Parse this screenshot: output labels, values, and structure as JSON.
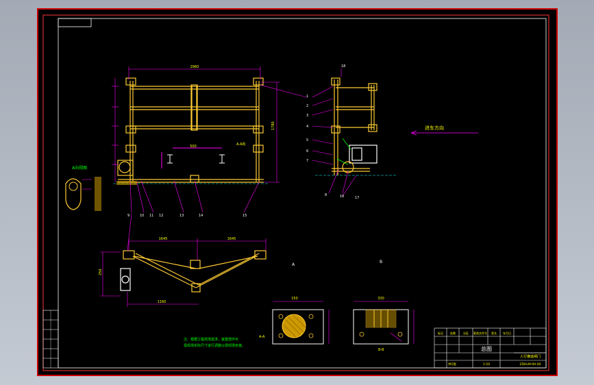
{
  "viewport": {
    "background": "#a9b0bb",
    "sheet_background": "#000000",
    "border_color": "#cc0000"
  },
  "colors": {
    "frame": "#ffffff",
    "structure": "#ffcc33",
    "dimension": "#ff00ff",
    "leader": "#ff00ff",
    "text": "#ffff00",
    "green": "#00ff00",
    "cyan": "#00ffff",
    "hatch": "#cc9900"
  },
  "front_view": {
    "overall_width_dim": "2960",
    "inner_width_dim": "500",
    "overall_height_dim": "1780",
    "section_label": "A-A向"
  },
  "side_view": {
    "direction_label": "进车方向"
  },
  "detail_view": {
    "label": "A向视图"
  },
  "plan_view": {
    "left_span_dim": "1645",
    "right_span_dim": "1645",
    "bottom_dim": "1160",
    "height_dim": "250"
  },
  "section_views": {
    "left_label": "A-A",
    "right_label": "B-B",
    "left_width_dim": "150",
    "right_width_dim": "330",
    "section_mark_a": "A",
    "section_mark_b": "B"
  },
  "notes": {
    "line1": "注：根据工程现场需求，装置部件可",
    "line2": "视现场实际尺寸进行调整以便现场安装。"
  },
  "part_labels": [
    "1",
    "2",
    "3",
    "4",
    "5",
    "6",
    "7",
    "8",
    "9",
    "10",
    "11",
    "12",
    "13",
    "14",
    "15",
    "16",
    "17",
    "18"
  ],
  "title_block": {
    "drawing_title": "总图",
    "project_name": "人行横道闸门",
    "drawing_number": "ZDHLM-00-00",
    "header_row": [
      "标记",
      "处数",
      "分区",
      "更改文件号",
      "签名",
      "年月日"
    ],
    "scale": "1:10",
    "sheet": "共1张"
  },
  "revision_table": {
    "rows": [
      "",
      "",
      "",
      "",
      "",
      ""
    ]
  }
}
